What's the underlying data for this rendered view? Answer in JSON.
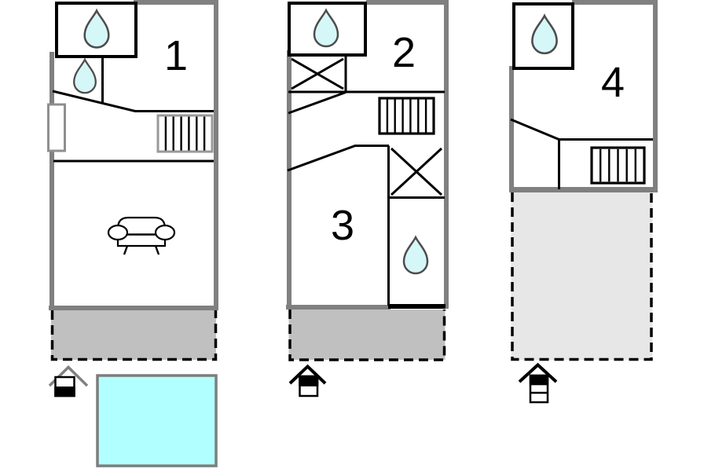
{
  "page": {
    "background": "#ffffff",
    "kind": "holiday-home-floor-plan"
  },
  "colors": {
    "outer_wall": "#808080",
    "inner_wall": "#000000",
    "terrace_fill": "#c0c0c0",
    "terrace_fill_light": "#e7e7e7",
    "pool_fill": "#b2ffff",
    "pool_border": "#7d7d7d",
    "water_drop_fill": "#d6f7f7",
    "water_drop_stroke": "#4d4d4d"
  },
  "plans": [
    {
      "name": "left-building-ground-floor",
      "rooms": [
        {
          "label": "1"
        }
      ],
      "features": [
        "bathroom-water-drop-large",
        "bathroom-water-drop-small",
        "window-left-wall",
        "staircase-7-treads",
        "sofa",
        "terrace-dashed-dark"
      ]
    },
    {
      "name": "middle-building-first-floor",
      "rooms": [
        {
          "label": "2"
        },
        {
          "label": "3"
        }
      ],
      "features": [
        "bathroom-water-drop-top",
        "skylight-x-upper",
        "staircase-7-treads",
        "skylight-x-lower",
        "bathroom-water-drop-bottom",
        "terrace-dashed-dark"
      ]
    },
    {
      "name": "right-building-top-floor",
      "rooms": [
        {
          "label": "4"
        }
      ],
      "features": [
        "bathroom-water-drop",
        "staircase-6-treads",
        "terrace-dashed-light"
      ]
    }
  ],
  "pool": {
    "present": true
  },
  "entrance_markers": [
    {
      "name": "level-marker-ground",
      "style": "two-rows-bottom-filled",
      "roof": "gray"
    },
    {
      "name": "level-marker-upper",
      "style": "two-rows-top-filled",
      "roof": "black"
    },
    {
      "name": "level-marker-attic",
      "style": "three-rows-top-filled",
      "roof": "black"
    }
  ]
}
